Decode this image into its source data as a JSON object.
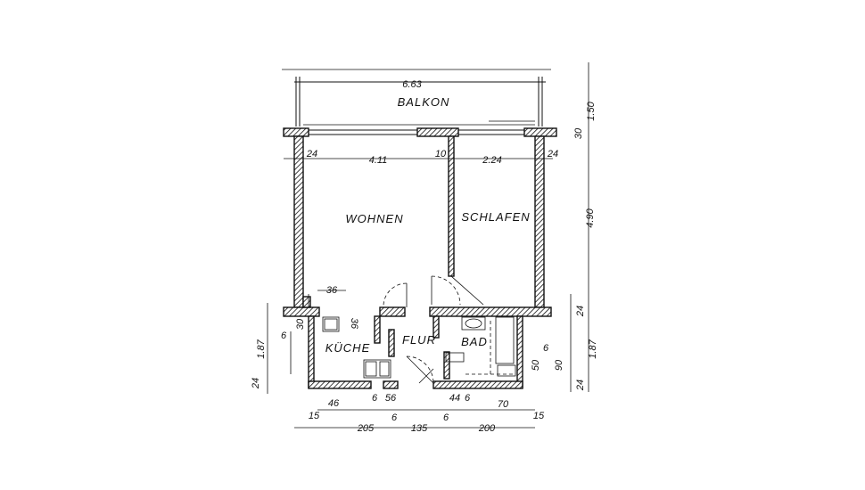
{
  "rooms": {
    "balkon": "BALKON",
    "wohnen": "WOHNEN",
    "schlafen": "SCHLAFEN",
    "kueche": "KÜCHE",
    "flur": "FLUR",
    "bad": "BAD"
  },
  "dimensions": {
    "top_total": "6.63",
    "balcony_depth": "1.50",
    "balcony_wall": "30",
    "wall_left": "24",
    "wohnen_width": "4.11",
    "inner_wall": "10",
    "schlafen_width": "2.24",
    "wall_right": "24",
    "room_depth": "4.90",
    "right_wall_mid": "24",
    "right_lower": "1.87",
    "right_bottom_wall": "24",
    "left_wall_mid": "30",
    "left_six": "6",
    "left_lower": "1.87",
    "left_bottom_wall": "24",
    "door_36": "36",
    "chimney_36": "36",
    "bad_50": "50",
    "bad_90": "90",
    "bad_6": "6",
    "bottom_46": "46",
    "bottom_6a": "6",
    "bottom_56": "56",
    "bottom_44": "44",
    "bottom_6b": "6",
    "bottom_70": "70",
    "bottom_15_left": "15",
    "bottom_6c": "6",
    "bottom_6d": "6",
    "bottom_15_right": "15",
    "bottom_205": "205",
    "bottom_135": "135",
    "bottom_200": "200"
  }
}
